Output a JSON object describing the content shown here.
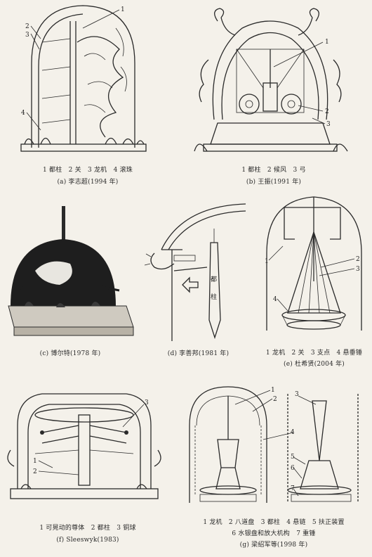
{
  "panels": {
    "a": {
      "labels": [
        "1",
        "2",
        "3",
        "4"
      ],
      "legend": "1 都柱　2 关　3 龙机　4 滚珠",
      "caption": "(a) 李志超(1994 年)"
    },
    "b": {
      "labels": [
        "1",
        "2",
        "3"
      ],
      "legend": "1 都柱　2 候风　3 弓",
      "caption": "(b) 王振(1991 年)"
    },
    "c": {
      "caption": "(c) 博尔特(1978 年)"
    },
    "d": {
      "column_chars": [
        "都",
        "柱"
      ],
      "caption": "(d) 李善邦(1981 年)"
    },
    "e": {
      "labels": [
        "1",
        "2",
        "3",
        "4"
      ],
      "legend": "1 龙机　2 关　3 支点　4 悬垂锤",
      "caption": "(e) 杜希贤(2004 年)"
    },
    "f": {
      "labels": [
        "1",
        "2",
        "3"
      ],
      "legend": "1 可晃动的尊体　2 都柱　3 铜球",
      "caption": "(f) Sleeswyk(1983)"
    },
    "g": {
      "labels": [
        "1",
        "2",
        "3",
        "4",
        "5",
        "6",
        "7"
      ],
      "legend_line1": "1 龙机　2 八道盘　3 都柱　4 悬链　5 扶正装置",
      "legend_line2": "6 水银盘和放大机构　7 重锤",
      "caption": "(g) 梁绍军等(1998 年)"
    }
  }
}
